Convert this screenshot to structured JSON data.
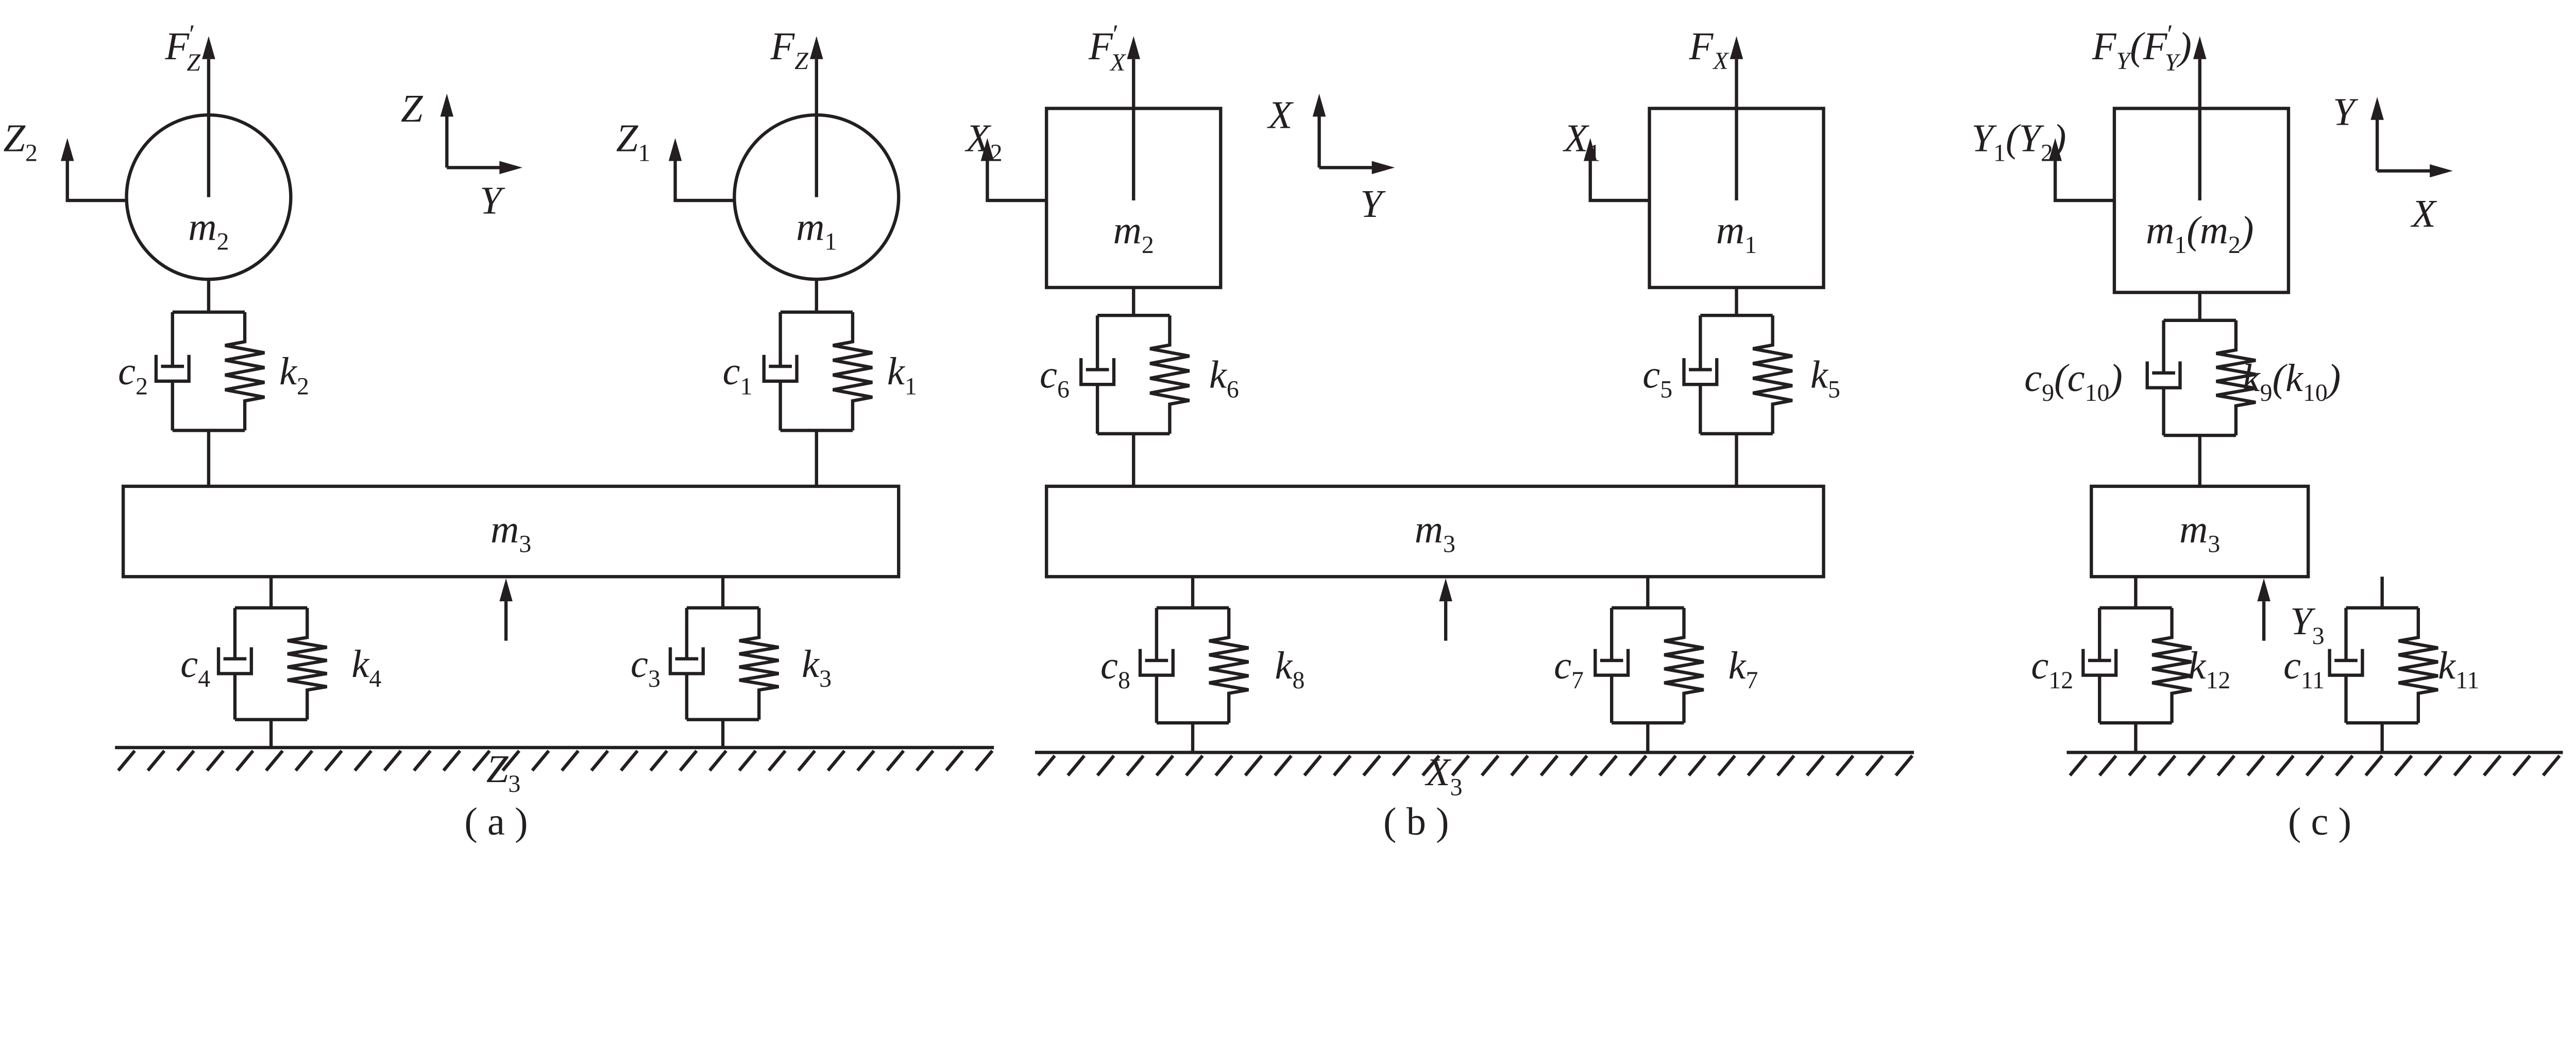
{
  "colors": {
    "line": "#231f20",
    "background": "#ffffff"
  },
  "panels": [
    {
      "caption": "( a )",
      "masses": [
        {
          "shape": "circle",
          "label": [
            {
              "t": "m",
              "s": "2"
            }
          ],
          "force": [
            {
              "t": "F",
              "s": "Z",
              "p": true
            }
          ],
          "disp": [
            {
              "t": "Z",
              "s": "2"
            }
          ]
        },
        {
          "shape": "circle",
          "label": [
            {
              "t": "m",
              "s": "1"
            }
          ],
          "force": [
            {
              "t": "F",
              "s": "Z"
            }
          ],
          "disp": [
            {
              "t": "Z",
              "s": "1"
            }
          ]
        }
      ],
      "base_mass": [
        {
          "t": "m",
          "s": "3"
        }
      ],
      "base_input": [
        {
          "t": "Z",
          "s": "3"
        }
      ],
      "axes": {
        "vertical": "Z",
        "horizontal": "Y"
      },
      "upper_units": [
        {
          "c": [
            {
              "t": "c",
              "s": "2"
            }
          ],
          "k": [
            {
              "t": "k",
              "s": "2"
            }
          ]
        },
        {
          "c": [
            {
              "t": "c",
              "s": "1"
            }
          ],
          "k": [
            {
              "t": "k",
              "s": "1"
            }
          ]
        }
      ],
      "lower_units": [
        {
          "c": [
            {
              "t": "c",
              "s": "4"
            }
          ],
          "k": [
            {
              "t": "k",
              "s": "4"
            }
          ]
        },
        {
          "c": [
            {
              "t": "c",
              "s": "3"
            }
          ],
          "k": [
            {
              "t": "k",
              "s": "3"
            }
          ]
        }
      ]
    },
    {
      "caption": "( b )",
      "masses": [
        {
          "shape": "box",
          "label": [
            {
              "t": "m",
              "s": "2"
            }
          ],
          "force": [
            {
              "t": "F",
              "s": "X",
              "p": true
            }
          ],
          "disp": [
            {
              "t": "X",
              "s": "2"
            }
          ]
        },
        {
          "shape": "box",
          "label": [
            {
              "t": "m",
              "s": "1"
            }
          ],
          "force": [
            {
              "t": "F",
              "s": "X"
            }
          ],
          "disp": [
            {
              "t": "X",
              "s": "1"
            }
          ]
        }
      ],
      "base_mass": [
        {
          "t": "m",
          "s": "3"
        }
      ],
      "base_input": [
        {
          "t": "X",
          "s": "3"
        }
      ],
      "axes": {
        "vertical": "X",
        "horizontal": "Y"
      },
      "upper_units": [
        {
          "c": [
            {
              "t": "c",
              "s": "6"
            }
          ],
          "k": [
            {
              "t": "k",
              "s": "6"
            }
          ]
        },
        {
          "c": [
            {
              "t": "c",
              "s": "5"
            }
          ],
          "k": [
            {
              "t": "k",
              "s": "5"
            }
          ]
        }
      ],
      "lower_units": [
        {
          "c": [
            {
              "t": "c",
              "s": "8"
            }
          ],
          "k": [
            {
              "t": "k",
              "s": "8"
            }
          ]
        },
        {
          "c": [
            {
              "t": "c",
              "s": "7"
            }
          ],
          "k": [
            {
              "t": "k",
              "s": "7"
            }
          ]
        }
      ]
    },
    {
      "caption": "( c )",
      "masses": [
        {
          "shape": "box",
          "label": [
            {
              "t": "m",
              "s": "1"
            },
            {
              "t": "(m",
              "s": "2"
            },
            {
              "t": ")"
            }
          ],
          "force": [
            {
              "t": "F",
              "s": "Y"
            },
            {
              "t": "(F",
              "s": "Y",
              "p": true
            },
            {
              "t": ")"
            }
          ],
          "disp": [
            {
              "t": "Y",
              "s": "1"
            },
            {
              "t": "(Y",
              "s": "2"
            },
            {
              "t": ")"
            }
          ]
        }
      ],
      "base_mass": [
        {
          "t": "m",
          "s": "3"
        }
      ],
      "base_input": [
        {
          "t": "Y",
          "s": "3"
        }
      ],
      "axes": {
        "vertical": "Y",
        "horizontal": "X"
      },
      "upper_units": [
        {
          "c": [
            {
              "t": "c",
              "s": "9"
            },
            {
              "t": "(c",
              "s": "10"
            },
            {
              "t": ")"
            }
          ],
          "k": [
            {
              "t": "k",
              "s": "9"
            },
            {
              "t": "(k",
              "s": "10"
            },
            {
              "t": ")"
            }
          ]
        }
      ],
      "lower_units": [
        {
          "c": [
            {
              "t": "c",
              "s": "12"
            }
          ],
          "k": [
            {
              "t": "k",
              "s": "12"
            }
          ]
        },
        {
          "c": [
            {
              "t": "c",
              "s": "11"
            }
          ],
          "k": [
            {
              "t": "k",
              "s": "11"
            }
          ]
        }
      ]
    }
  ]
}
